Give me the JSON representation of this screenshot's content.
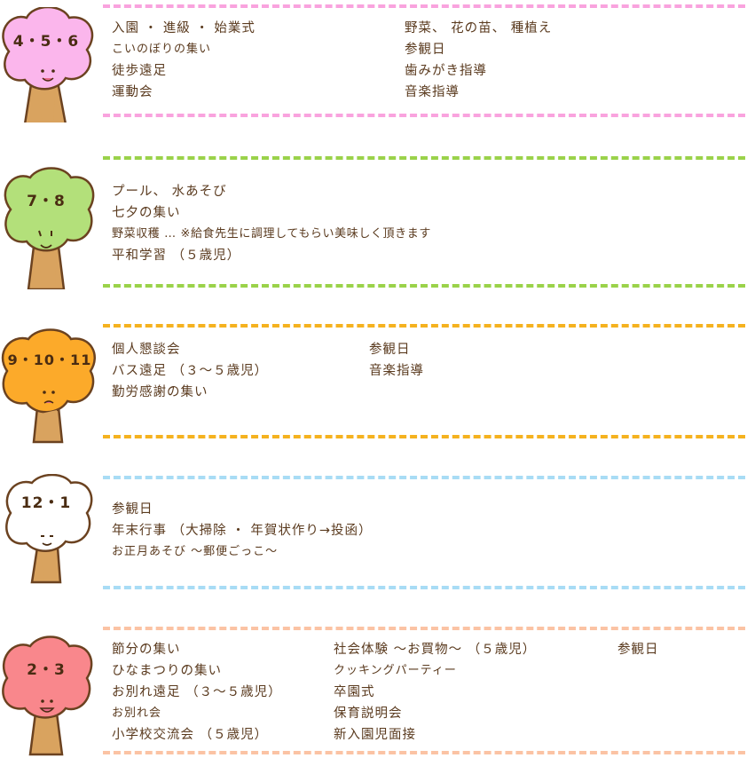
{
  "seasons": [
    {
      "id": "spring",
      "label": "4・5・6",
      "color": "#f9a3de",
      "tree_color": "#fbb6ec",
      "col1": [
        "入園 ・ 進級 ・ 始業式",
        "こいのぼりの集い",
        "徒歩遠足",
        "運動会"
      ],
      "col2": [
        "野菜、 花の苗、 種植え",
        "参観日",
        "歯みがき指導",
        "音楽指導"
      ]
    },
    {
      "id": "summer",
      "label": "7・8",
      "color": "#9ad24a",
      "tree_color": "#b3e07a",
      "col1": [
        "プール、 水あそび",
        "七夕の集い",
        "野菜収穫 … ※給食先生に調理してもらい美味しく頂きます",
        "平和学習 （５歳児）"
      ]
    },
    {
      "id": "autumn",
      "label": "9・10・11",
      "color": "#f5b21f",
      "tree_color": "#fcaa2a",
      "col1": [
        "個人懇談会",
        "バス遠足 （３～５歳児）",
        "勤労感謝の集い"
      ],
      "col2": [
        "参観日",
        "音楽指導"
      ]
    },
    {
      "id": "winter",
      "label": "12・1",
      "color": "#a8dcf5",
      "tree_color": "#ffffff",
      "col1": [
        "参観日",
        "年末行事 （大掃除 ・ 年賀状作り→投函）",
        "お正月あそび ～郵便ごっこ～"
      ]
    },
    {
      "id": "late-winter",
      "label": "2・3",
      "color": "#fbc3a4",
      "tree_color": "#f9878c",
      "col1": [
        "節分の集い",
        "ひなまつりの集い",
        "お別れ遠足 （３～５歳児）",
        "お別れ会",
        "小学校交流会 （５歳児）"
      ],
      "col2": [
        "社会体験 ～お買物～ （５歳児）",
        "クッキングパーティー",
        "卒園式",
        "保育説明会",
        "新入園児面接"
      ],
      "col3": [
        "参観日"
      ]
    }
  ]
}
